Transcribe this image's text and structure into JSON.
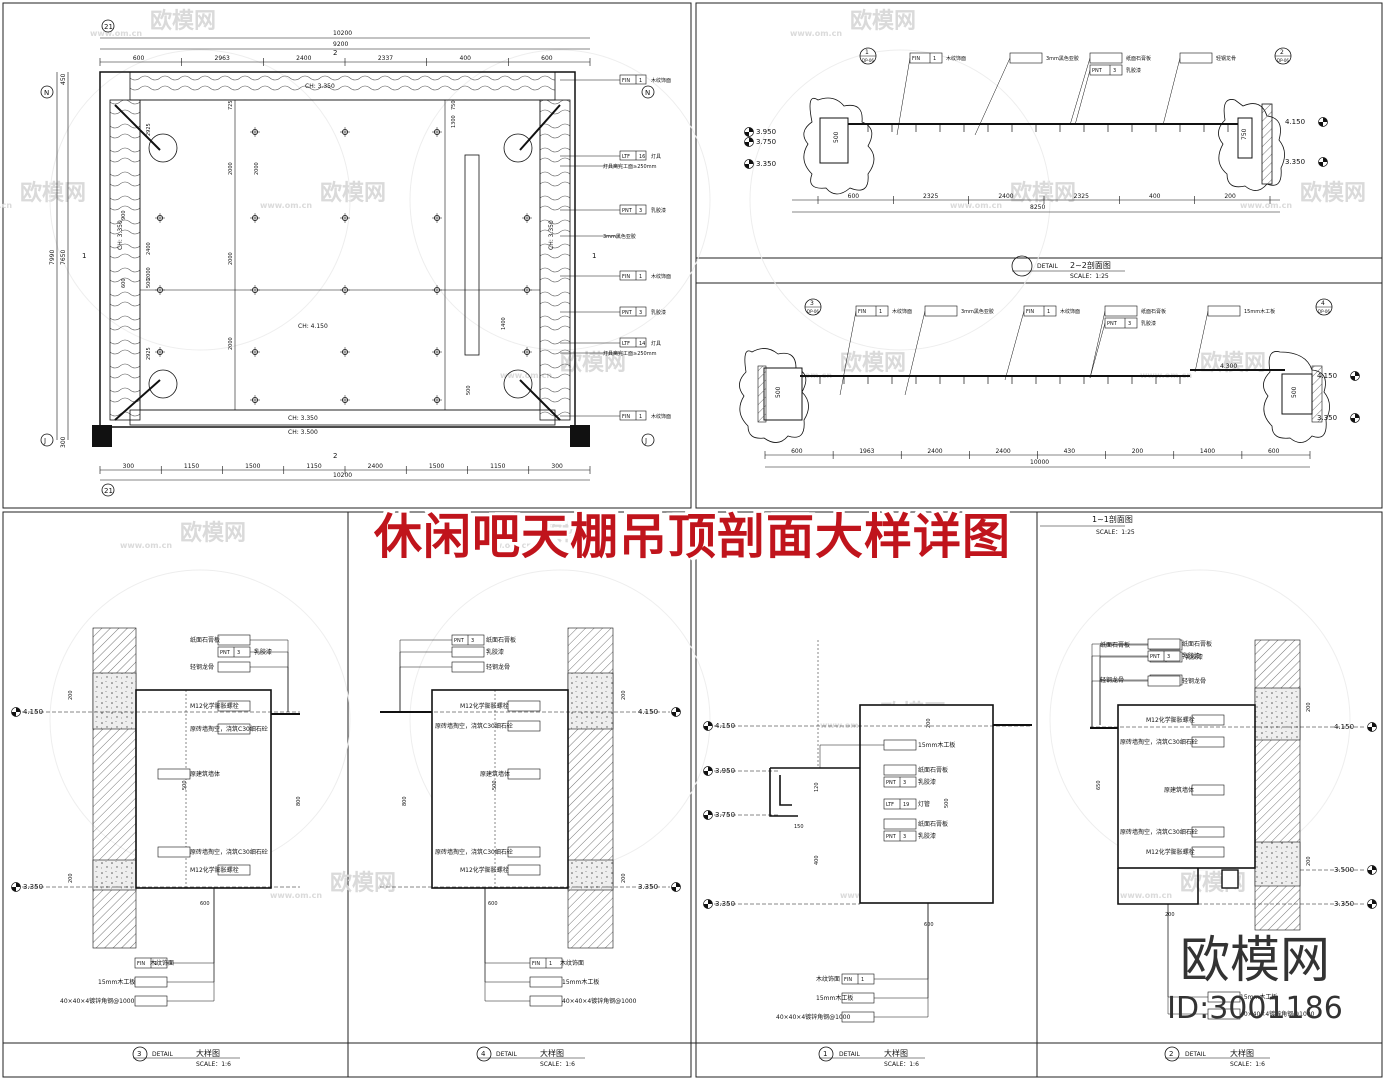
{
  "headline": "休闲吧天棚吊顶剖面大样详图",
  "brand": {
    "name": "欧模网",
    "id": "ID:3001186",
    "watermark": "欧模网",
    "watermark_url": "www.om.cn"
  },
  "plan": {
    "grid_top_left": "21",
    "grid_bottom_left": "21",
    "grid_left_top": "N",
    "grid_left_bottom": "J",
    "grid_right_top": "N",
    "grid_right_bottom": "J",
    "section_mark": "2",
    "section_mark_side": "1",
    "dims_top_total": "10200",
    "dims_top_inner": "9200",
    "dims_top": [
      "600",
      "2963",
      "2400",
      "2337",
      "400",
      "600"
    ],
    "dims_bottom_total": "10200",
    "dims_bottom": [
      "300",
      "1150",
      "1500",
      "1150",
      "2400",
      "1500",
      "1150",
      "300"
    ],
    "dims_left": [
      "7990",
      "7650",
      "450",
      "300"
    ],
    "labels": [
      "CH: 3.350",
      "CH: 4.150",
      "CH: 3.350",
      "CH: 3.500",
      "CH: 3.350",
      "CH: 3.350"
    ],
    "inner_dims": [
      "2400",
      "2000",
      "2000",
      "2000",
      "500",
      "2000",
      "2000",
      "1300",
      "1400",
      "500",
      "600",
      "900",
      "2925",
      "2925",
      "725",
      "750"
    ],
    "callouts": [
      {
        "code": "FIN",
        "num": "1",
        "text": "木纹饰面"
      },
      {
        "code": "LTF",
        "num": "16",
        "text": "灯具"
      },
      {
        "code": "",
        "num": "",
        "text": "灯具离完工面≥250mm"
      },
      {
        "code": "PNT",
        "num": "3",
        "text": "乳胶漆"
      },
      {
        "code": "",
        "num": "",
        "text": "3mm黑色亚胶"
      },
      {
        "code": "FIN",
        "num": "1",
        "text": "木纹饰面"
      },
      {
        "code": "PNT",
        "num": "3",
        "text": "乳胶漆"
      },
      {
        "code": "LTF",
        "num": "14",
        "text": "灯具"
      },
      {
        "code": "",
        "num": "",
        "text": "灯具离完工面≥250mm"
      },
      {
        "code": "FIN",
        "num": "1",
        "text": "木纹饰面"
      }
    ]
  },
  "section22": {
    "callout_left": "1",
    "callout_left_ref": "DP-06",
    "callout_right": "2",
    "callout_right_ref": "DP-06",
    "tags": [
      {
        "code": "FIN",
        "num": "1",
        "text": "木纹饰面"
      },
      {
        "code": "",
        "num": "",
        "text": "3mm黑色亚胶"
      },
      {
        "code": "",
        "num": "",
        "text": "纸面石膏板"
      },
      {
        "code": "PNT",
        "num": "3",
        "text": "乳胶漆"
      },
      {
        "code": "",
        "num": "",
        "text": "轻钢龙骨"
      }
    ],
    "levels_left": [
      "3.950",
      "3.750",
      "3.350"
    ],
    "levels_right": [
      "4.150",
      "3.350"
    ],
    "dims": [
      "600",
      "2325",
      "2400",
      "2325",
      "400",
      "200"
    ],
    "dims_total": "8250",
    "title_prefix": "DETAIL",
    "title": "2~2剖面图",
    "scale": "SCALE：1:25",
    "side_dims": [
      "500",
      "750"
    ]
  },
  "section11": {
    "callout_left": "3",
    "callout_left_ref": "DP-06",
    "callout_right": "4",
    "callout_right_ref": "DP-06",
    "tags": [
      {
        "code": "FIN",
        "num": "1",
        "text": "木纹饰面"
      },
      {
        "code": "",
        "num": "",
        "text": "3mm黑色亚胶"
      },
      {
        "code": "FIN",
        "num": "1",
        "text": "木纹饰面"
      },
      {
        "code": "",
        "num": "",
        "text": "纸面石膏板"
      },
      {
        "code": "PNT",
        "num": "3",
        "text": "乳胶漆"
      },
      {
        "code": "",
        "num": "",
        "text": "15mm木工板"
      }
    ],
    "levels_left": [],
    "levels_right": [
      "4.150",
      "3.350"
    ],
    "level_mid": "4.300",
    "dims": [
      "600",
      "1963",
      "2400",
      "2400",
      "430",
      "200",
      "1400",
      "600"
    ],
    "dims_total": "10000",
    "title": "1~1剖面图",
    "scale": "SCALE：1:25",
    "side_dims": [
      "500",
      "500"
    ]
  },
  "detail3": {
    "title_num": "3",
    "title_prefix": "DETAIL",
    "title": "大样图",
    "scale": "SCALE：1:6",
    "levels": [
      "4.150",
      "3.350"
    ],
    "tags_top": [
      {
        "code": "",
        "num": "",
        "text": "纸面石膏板"
      },
      {
        "code": "PNT",
        "num": "3",
        "text": "乳胶漆"
      },
      {
        "code": "",
        "num": "",
        "text": "轻钢龙骨"
      }
    ],
    "tags_mid": [
      {
        "text": "M12化学膨胀螺栓"
      },
      {
        "text": "原砖墙掏空，浇筑C30细石砼"
      },
      {
        "text": "原建筑墙体"
      },
      {
        "text": "原砖墙掏空，浇筑C30细石砼"
      },
      {
        "text": "M12化学膨胀螺栓"
      }
    ],
    "tags_bottom": [
      {
        "code": "FIN",
        "num": "1",
        "text": "木纹饰面"
      },
      {
        "code": "",
        "num": "",
        "text": "15mm木工板"
      },
      {
        "code": "",
        "num": "",
        "text": "40×40×4镀锌角钢@1000"
      }
    ],
    "dims": [
      "200",
      "500",
      "800",
      "200",
      "600"
    ]
  },
  "detail4": {
    "title_num": "4",
    "title_prefix": "DETAIL",
    "title": "大样图",
    "scale": "SCALE：1:6",
    "levels": [
      "4.150",
      "3.350"
    ],
    "tags_top": [
      {
        "code": "PNT",
        "num": "3",
        "text": "纸面石膏板"
      },
      {
        "code": "",
        "num": "",
        "text": "乳胶漆"
      },
      {
        "code": "",
        "num": "",
        "text": "轻钢龙骨"
      }
    ],
    "tags_mid": [
      {
        "text": "M12化学膨胀螺栓"
      },
      {
        "text": "原砖墙掏空，浇筑C30细石砼"
      },
      {
        "text": "原建筑墙体"
      },
      {
        "text": "原砖墙掏空，浇筑C30细石砼"
      },
      {
        "text": "M12化学膨胀螺栓"
      }
    ],
    "tags_bottom": [
      {
        "code": "FIN",
        "num": "1",
        "text": "木纹饰面"
      },
      {
        "code": "",
        "num": "",
        "text": "15mm木工板"
      },
      {
        "code": "",
        "num": "",
        "text": "40×40×4镀锌角钢@1000"
      }
    ],
    "dims": [
      "200",
      "500",
      "800",
      "200",
      "600"
    ]
  },
  "detail1": {
    "title_num": "1",
    "title_prefix": "DETAIL",
    "title": "大样图",
    "scale": "SCALE：1:6",
    "levels": [
      "4.150",
      "3.950",
      "3.750",
      "3.350"
    ],
    "tags_top": [
      {
        "code": "",
        "num": "",
        "text": "纸面石膏板"
      },
      {
        "code": "PNT",
        "num": "3",
        "text": "乳胶漆"
      },
      {
        "code": "",
        "num": "",
        "text": "轻钢龙骨"
      }
    ],
    "tags_mid": [
      {
        "code": "",
        "num": "",
        "text": "15mm木工板"
      },
      {
        "code": "",
        "num": "",
        "text": "纸面石膏板"
      },
      {
        "code": "PNT",
        "num": "3",
        "text": "乳胶漆"
      },
      {
        "code": "LTF",
        "num": "19",
        "text": "灯管"
      },
      {
        "code": "",
        "num": "",
        "text": "纸面石膏板"
      },
      {
        "code": "PNT",
        "num": "3",
        "text": "乳胶漆"
      }
    ],
    "tags_bottom": [
      {
        "code": "FIN",
        "num": "1",
        "text": "木纹饰面"
      },
      {
        "code": "",
        "num": "",
        "text": "15mm木工板"
      },
      {
        "code": "",
        "num": "",
        "text": "40×40×4镀锌角钢@1000"
      }
    ],
    "dims": [
      "200",
      "120",
      "150",
      "400",
      "500",
      "600"
    ]
  },
  "detail2": {
    "title_num": "2",
    "title_prefix": "DETAIL",
    "title": "大样图",
    "scale": "SCALE：1:6",
    "levels": [
      "4.150",
      "3.500",
      "3.350"
    ],
    "tags_top": [
      {
        "code": "",
        "num": "",
        "text": "纸面石膏板"
      },
      {
        "code": "PNT",
        "num": "3",
        "text": "乳胶漆"
      },
      {
        "code": "",
        "num": "",
        "text": "轻钢龙骨"
      }
    ],
    "tags_mid": [
      {
        "text": "M12化学膨胀螺栓"
      },
      {
        "text": "原砖墙掏空，浇筑C30细石砼"
      },
      {
        "text": "原建筑墙体"
      },
      {
        "text": "原砖墙掏空，浇筑C30细石砼"
      },
      {
        "text": "M12化学膨胀螺栓"
      }
    ],
    "tags_bottom": [
      {
        "code": "",
        "num": "",
        "text": "15mm木工板"
      },
      {
        "code": "",
        "num": "",
        "text": "40×40×4镀锌角钢@1000"
      }
    ],
    "dims": [
      "200",
      "650",
      "200",
      "200"
    ]
  }
}
